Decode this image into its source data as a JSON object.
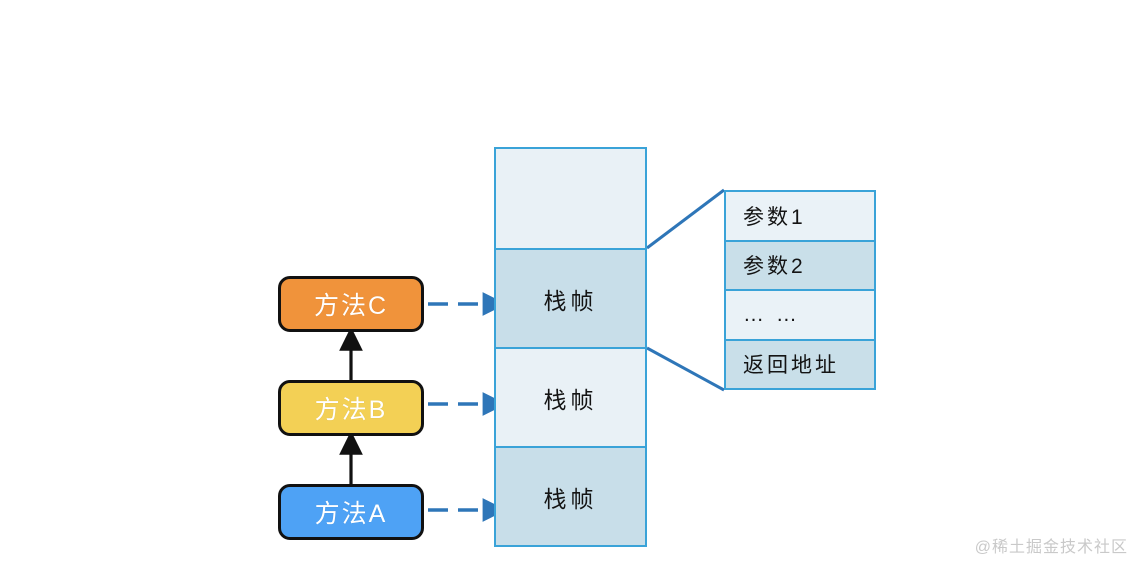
{
  "diagram": {
    "title": "Java method call stack diagram",
    "colors": {
      "method_c": "#f0933b",
      "method_b": "#f3d055",
      "method_a": "#4ea2f5",
      "stack_border": "#3aa3d8",
      "cell_light": "#e9f1f6",
      "cell_dark": "#c8dee9",
      "connector": "#2e76b8",
      "call_arrow": "#111111"
    }
  },
  "methods": [
    {
      "id": "method-c",
      "label": "方法C",
      "color": "#f0933b"
    },
    {
      "id": "method-b",
      "label": "方法B",
      "color": "#f3d055"
    },
    {
      "id": "method-a",
      "label": "方法A",
      "color": "#4ea2f5"
    }
  ],
  "stack": {
    "cells": [
      {
        "label": "",
        "shade": "light"
      },
      {
        "label": "栈帧",
        "shade": "dark"
      },
      {
        "label": "栈帧",
        "shade": "light"
      },
      {
        "label": "栈帧",
        "shade": "dark"
      }
    ]
  },
  "frame_detail": {
    "rows": [
      {
        "label": "参数1",
        "shade": "light"
      },
      {
        "label": "参数2",
        "shade": "dark"
      },
      {
        "label": "… …",
        "shade": "light"
      },
      {
        "label": "返回地址",
        "shade": "dark"
      }
    ]
  },
  "watermark": {
    "text": "@稀土掘金技术社区"
  }
}
